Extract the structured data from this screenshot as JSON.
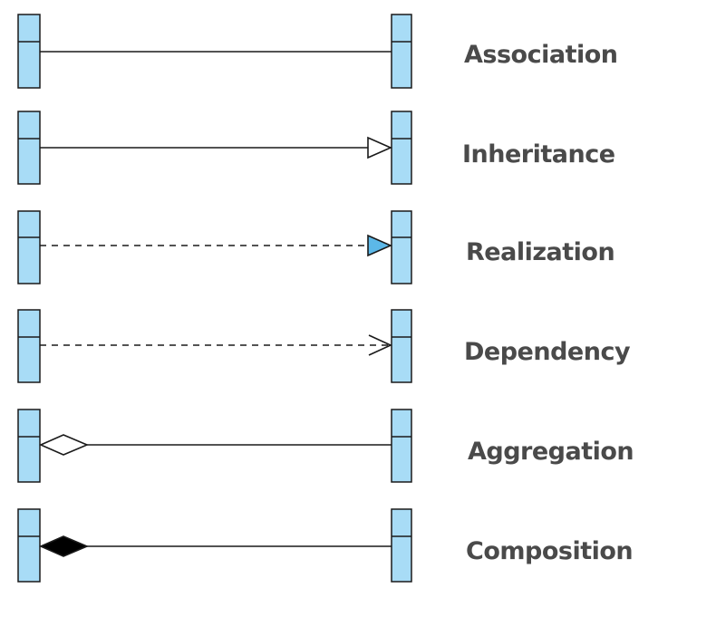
{
  "colors": {
    "class_fill": "#a8dcf6",
    "class_stroke": "#1a1a1a",
    "line": "#1a1a1a",
    "label": "#4a4a4a",
    "realization_arrow_fill": "#5cb8e8",
    "composition_diamond_fill": "#000000",
    "aggregation_diamond_fill": "#ffffff"
  },
  "relationships": [
    {
      "id": "association",
      "label": "Association",
      "line_style": "solid",
      "source_end": "none",
      "target_end": "none"
    },
    {
      "id": "inheritance",
      "label": "Inheritance",
      "line_style": "solid",
      "source_end": "none",
      "target_end": "hollow-triangle"
    },
    {
      "id": "realization",
      "label": "Realization",
      "line_style": "dashed",
      "source_end": "none",
      "target_end": "filled-triangle"
    },
    {
      "id": "dependency",
      "label": "Dependency",
      "line_style": "dashed",
      "source_end": "none",
      "target_end": "open-arrow"
    },
    {
      "id": "aggregation",
      "label": "Aggregation",
      "line_style": "solid",
      "source_end": "hollow-diamond",
      "target_end": "none"
    },
    {
      "id": "composition",
      "label": "Composition",
      "line_style": "solid",
      "source_end": "filled-diamond",
      "target_end": "none"
    }
  ]
}
